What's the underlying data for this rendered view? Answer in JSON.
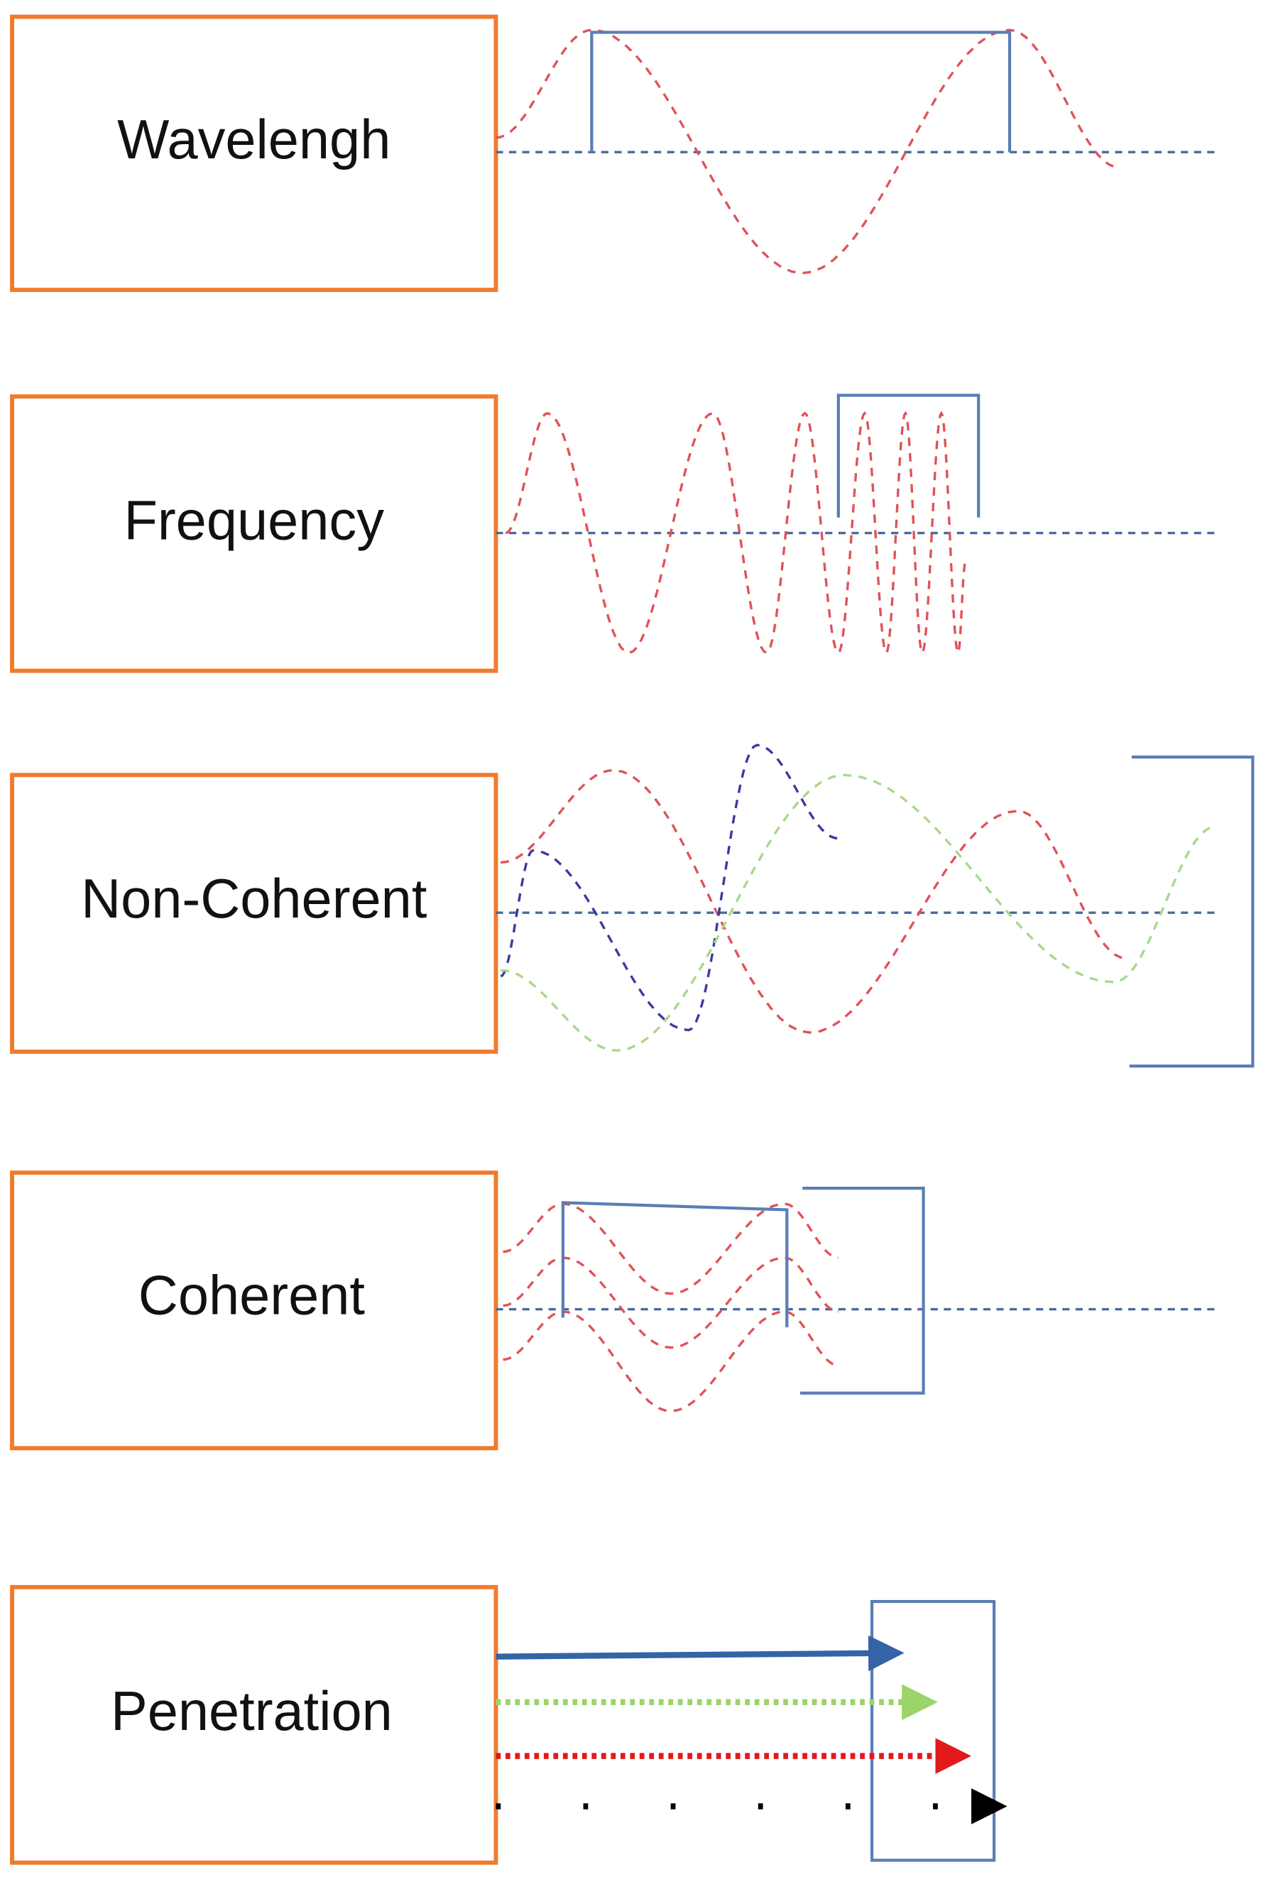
{
  "rows": [
    {
      "label": "Wavelengh"
    },
    {
      "label": "Frequency"
    },
    {
      "label": "Non-Coherent"
    },
    {
      "label": "Coherent"
    },
    {
      "label": "Penetration"
    }
  ],
  "colors": {
    "box_border": "#f07b2a",
    "wave_red": "#e0525a",
    "wave_blue": "#3a3aa0",
    "wave_green": "#a8d88a",
    "bracket": "#5a7db5",
    "baseline": "#4a6a98",
    "arrow_blue": "#3563a8",
    "arrow_green": "#9bd46a",
    "arrow_red": "#e01a1a",
    "arrow_black": "#000000"
  }
}
